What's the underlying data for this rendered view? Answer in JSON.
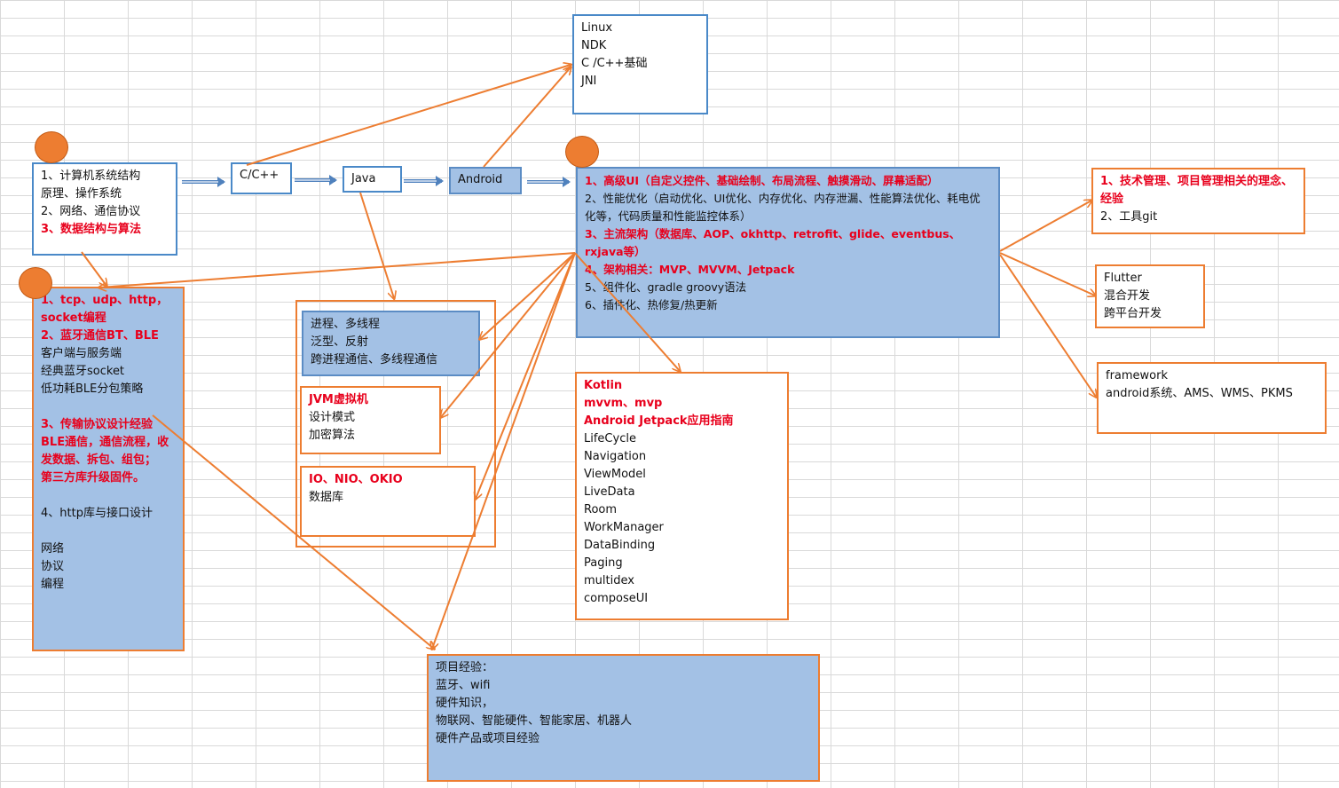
{
  "nodes": {
    "native": {
      "lines": [
        {
          "t": "Linux"
        },
        {
          "t": "NDK"
        },
        {
          "t": "C /C++基础"
        },
        {
          "t": "JNI"
        }
      ]
    },
    "fundamentals": {
      "lines": [
        {
          "t": "1、计算机系统结构"
        },
        {
          "t": "原理、操作系统"
        },
        {
          "t": "2、网络、通信协议"
        },
        {
          "t": "3、数据结构与算法",
          "red": true
        }
      ]
    },
    "cpp": {
      "lines": [
        {
          "t": "C/C++"
        }
      ]
    },
    "java": {
      "lines": [
        {
          "t": "Java"
        }
      ]
    },
    "android": {
      "lines": [
        {
          "t": "Android"
        }
      ]
    },
    "android_skills": {
      "lines": [
        {
          "t": "1、高级UI（自定义控件、基础绘制、布局流程、触摸滑动、屏幕适配）",
          "red": true
        },
        {
          "t": "2、性能优化（启动优化、UI优化、内存优化、内存泄漏、性能算法优化、耗电优化等，代码质量和性能监控体系）"
        },
        {
          "t": "3、主流架构（数据库、AOP、okhttp、retrofit、glide、eventbus、rxjava等）",
          "red": true
        },
        {
          "t": "4、架构相关：MVP、MVVM、Jetpack",
          "red": true
        },
        {
          "t": "5、组件化、gradle groovy语法"
        },
        {
          "t": "6、插件化、热修复/热更新"
        }
      ]
    },
    "management": {
      "lines": [
        {
          "t": "1、技术管理、项目管理相关的理念、经验",
          "red": true
        },
        {
          "t": "2、工具git"
        }
      ]
    },
    "flutter": {
      "lines": [
        {
          "t": "Flutter"
        },
        {
          "t": "混合开发"
        },
        {
          "t": "跨平台开发"
        }
      ]
    },
    "framework": {
      "lines": [
        {
          "t": "framework"
        },
        {
          "t": "android系统、AMS、WMS、PKMS"
        }
      ]
    },
    "iot": {
      "lines": [
        {
          "t": "1、tcp、udp、http，socket编程",
          "red": true
        },
        {
          "t": "2、蓝牙通信BT、BLE",
          "red": true
        },
        {
          "t": "客户端与服务端"
        },
        {
          "t": "经典蓝牙socket"
        },
        {
          "t": "低功耗BLE分包策略"
        },
        {
          "t": ""
        },
        {
          "t": "3、传输协议设计经验BLE通信，通信流程，收发数据、拆包、组包；",
          "red": true
        },
        {
          "t": "第三方库升级固件。",
          "red": true
        },
        {
          "t": ""
        },
        {
          "t": "4、http库与接口设计"
        },
        {
          "t": ""
        },
        {
          "t": "网络"
        },
        {
          "t": "协议"
        },
        {
          "t": "编程"
        }
      ]
    },
    "java_threads": {
      "lines": [
        {
          "t": "进程、多线程"
        },
        {
          "t": "泛型、反射"
        },
        {
          "t": "跨进程通信、多线程通信"
        }
      ]
    },
    "jvm": {
      "lines": [
        {
          "t": "JVM虚拟机",
          "red": true
        },
        {
          "t": "设计模式"
        },
        {
          "t": "加密算法"
        }
      ]
    },
    "io": {
      "lines": [
        {
          "t": "IO、NIO、OKIO",
          "red": true
        },
        {
          "t": "数据库"
        }
      ]
    },
    "jetpack": {
      "lines": [
        {
          "t": "Kotlin",
          "red": true
        },
        {
          "t": "mvvm、mvp",
          "red": true
        },
        {
          "t": "Android Jetpack应用指南",
          "red": true
        },
        {
          "t": "LifeCycle"
        },
        {
          "t": "Navigation"
        },
        {
          "t": "ViewModel"
        },
        {
          "t": "LiveData"
        },
        {
          "t": "Room"
        },
        {
          "t": "WorkManager"
        },
        {
          "t": "DataBinding"
        },
        {
          "t": "Paging"
        },
        {
          "t": "multidex"
        },
        {
          "t": "composeUI"
        }
      ]
    },
    "project": {
      "lines": [
        {
          "t": "项目经验："
        },
        {
          "t": "蓝牙、wifi"
        },
        {
          "t": "硬件知识，"
        },
        {
          "t": "物联网、智能硬件、智能家居、机器人"
        },
        {
          "t": "硬件产品或项目经验"
        }
      ]
    }
  },
  "colors": {
    "red_text": "#e8001c",
    "orange": "#ed7d31",
    "blue_fill": "#a3c1e5",
    "blue_border": "#4a89c8",
    "arrow_blue": "#4f81bd"
  }
}
